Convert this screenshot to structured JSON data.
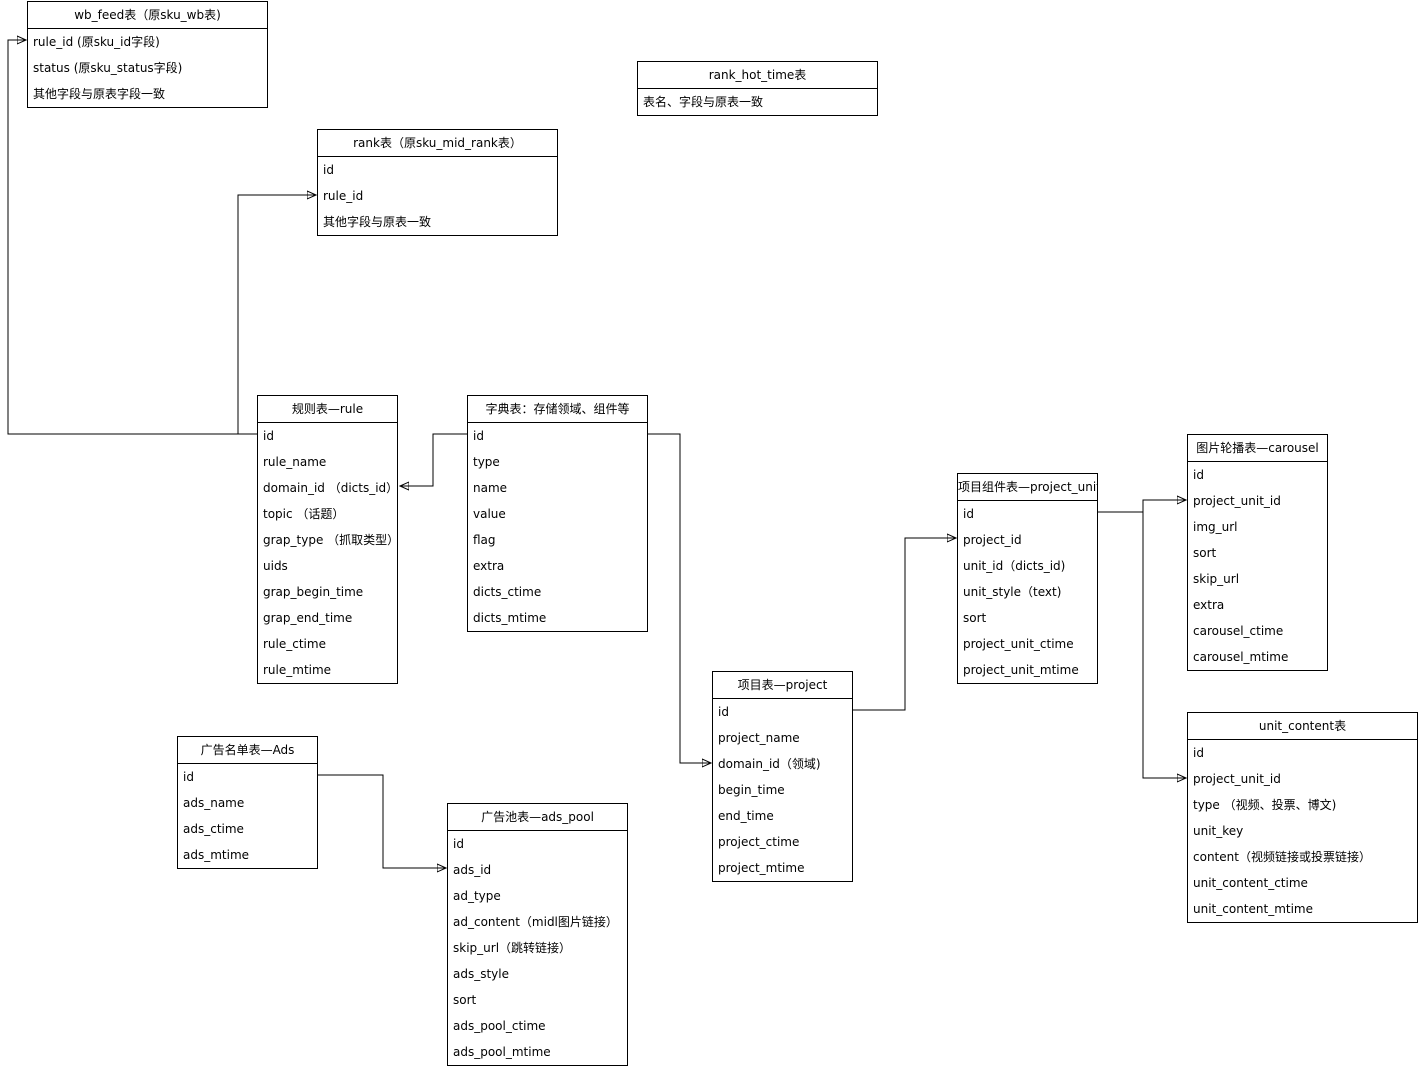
{
  "entities": {
    "wb_feed": {
      "title": "wb_feed表（原sku_wb表)",
      "fields": [
        "rule_id (原sku_id字段)",
        "status (原sku_status字段)",
        "其他字段与原表字段一致"
      ]
    },
    "rank_hot_time": {
      "title": "rank_hot_time表",
      "fields": [
        "表名、字段与原表一致"
      ]
    },
    "rank": {
      "title": "rank表（原sku_mid_rank表）",
      "fields": [
        "id",
        "rule_id",
        "其他字段与原表一致"
      ]
    },
    "rule": {
      "title": "规则表—rule",
      "fields": [
        "id",
        "rule_name",
        "domain_id （dicts_id）",
        "topic （话题）",
        "grap_type （抓取类型）",
        "uids",
        "grap_begin_time",
        "grap_end_time",
        "rule_ctime",
        "rule_mtime"
      ]
    },
    "dicts": {
      "title": "字典表：存储领域、组件等",
      "fields": [
        "id",
        "type",
        "name",
        "value",
        "flag",
        "extra",
        "dicts_ctime",
        "dicts_mtime"
      ]
    },
    "carousel": {
      "title": "图片轮播表—carousel",
      "fields": [
        "id",
        "project_unit_id",
        "img_url",
        "sort",
        "skip_url",
        "extra",
        "carousel_ctime",
        "carousel_mtime"
      ]
    },
    "project_unit": {
      "title": "项目组件表—project_unit",
      "fields": [
        "id",
        "project_id",
        "unit_id（dicts_id)",
        "unit_style（text)",
        "sort",
        "project_unit_ctime",
        "project_unit_mtime"
      ]
    },
    "project": {
      "title": "项目表—project",
      "fields": [
        "id",
        "project_name",
        "domain_id（领域)",
        "begin_time",
        "end_time",
        "project_ctime",
        "project_mtime"
      ]
    },
    "unit_content": {
      "title": "unit_content表",
      "fields": [
        "id",
        "project_unit_id",
        "type （视频、投票、博文)",
        "unit_key",
        "content（视频链接或投票链接）",
        "unit_content_ctime",
        "unit_content_mtime"
      ]
    },
    "ads": {
      "title": "广告名单表—Ads",
      "fields": [
        "id",
        "ads_name",
        "ads_ctime",
        "ads_mtime"
      ]
    },
    "ads_pool": {
      "title": "广告池表—ads_pool",
      "fields": [
        "id",
        "ads_id",
        "ad_type",
        "ad_content（midl图片链接）",
        "skip_url（跳转链接）",
        "ads_style",
        "sort",
        "ads_pool_ctime",
        "ads_pool_mtime"
      ]
    }
  },
  "relations": [
    {
      "from": "rule.id",
      "to": "wb_feed.rule_id"
    },
    {
      "from": "rule.id",
      "to": "rank.rule_id"
    },
    {
      "from": "dicts.id",
      "to": "rule.domain_id"
    },
    {
      "from": "dicts.id",
      "to": "project.domain_id"
    },
    {
      "from": "project.id",
      "to": "project_unit.project_id"
    },
    {
      "from": "project_unit.id",
      "to": "carousel.project_unit_id"
    },
    {
      "from": "project_unit.id",
      "to": "unit_content.project_unit_id"
    },
    {
      "from": "ads.id",
      "to": "ads_pool.ads_id"
    }
  ]
}
